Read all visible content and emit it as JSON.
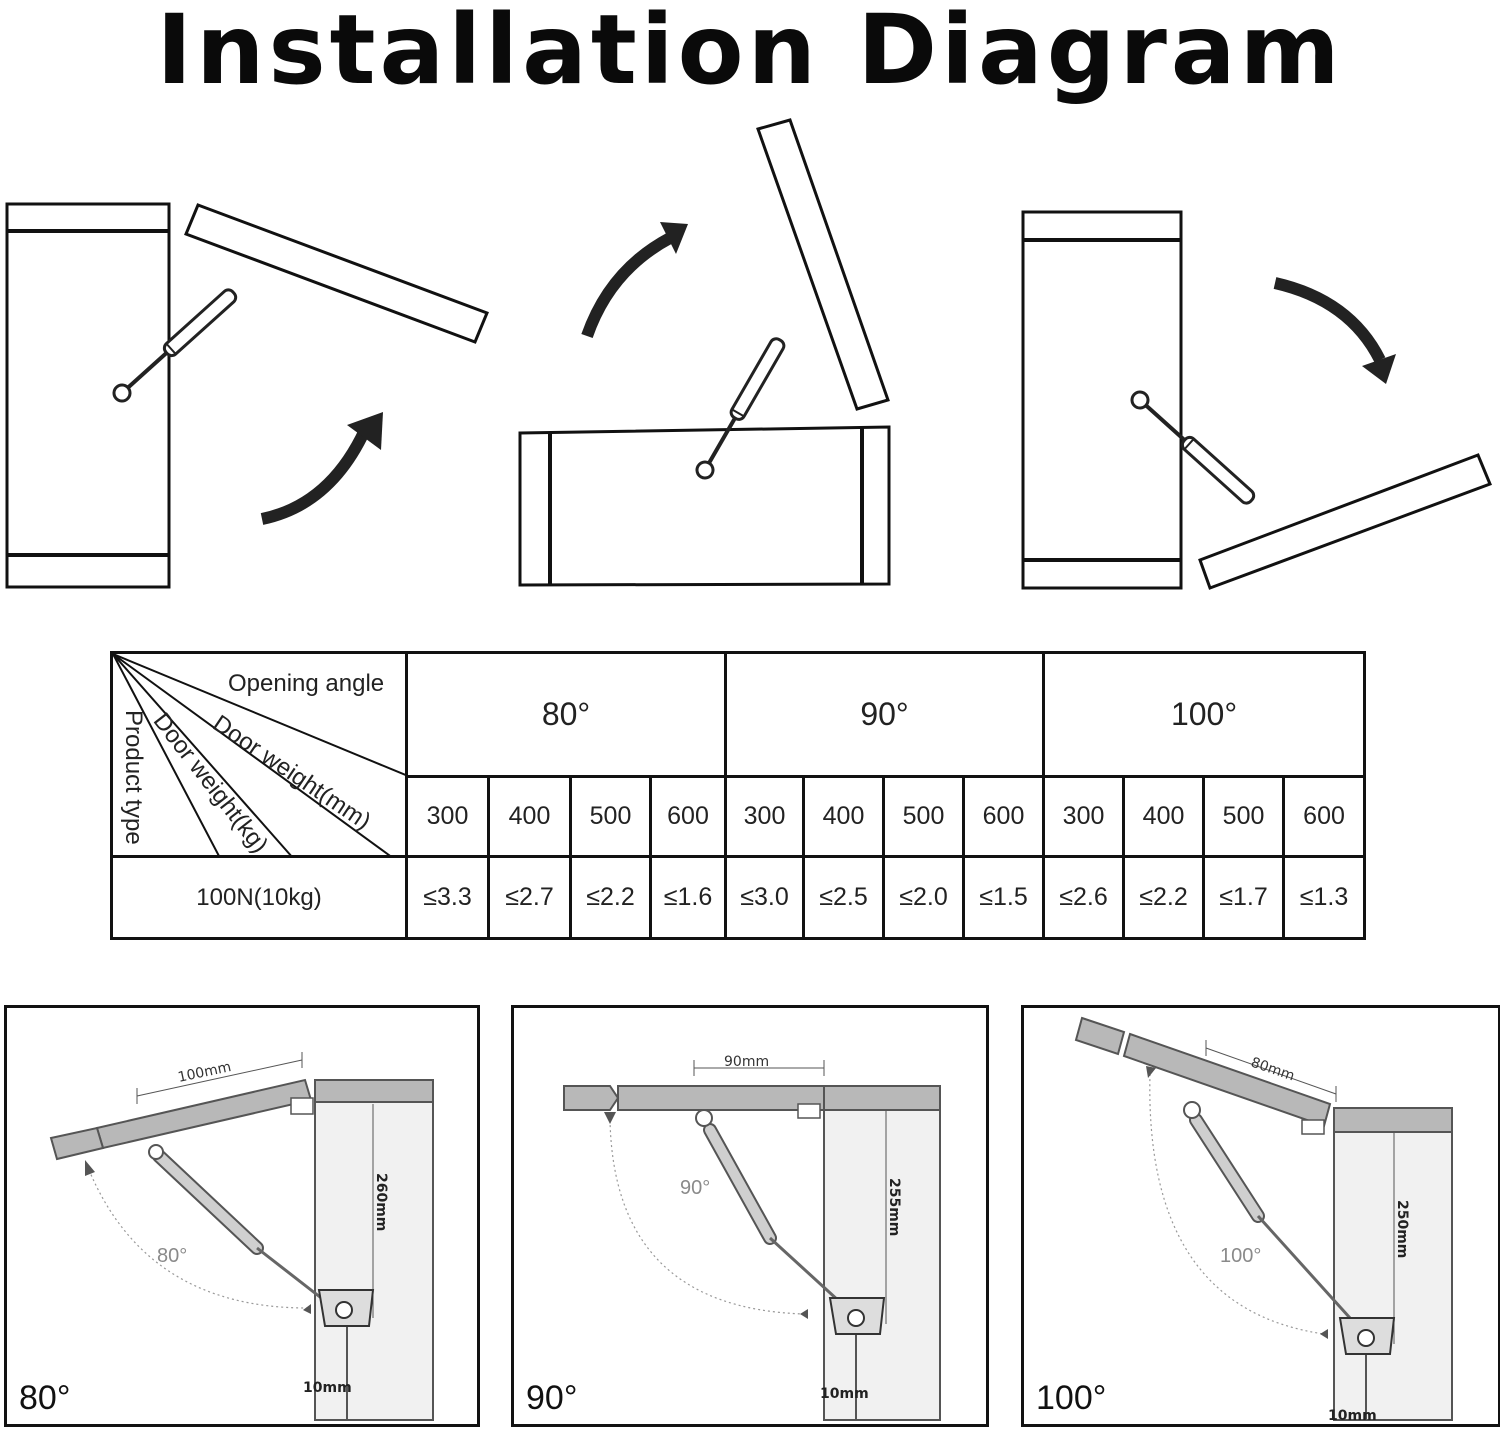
{
  "title": "Installation Diagram",
  "table": {
    "header_labels": {
      "opening_angle": "Opening angle",
      "door_weight_mm": "Door weight(mm)",
      "door_weight_kg": "Door weight(kg)",
      "product_type": "Product type"
    },
    "angles": [
      "80°",
      "90°",
      "100°"
    ],
    "widths": [
      "300",
      "400",
      "500",
      "600",
      "300",
      "400",
      "500",
      "600",
      "300",
      "400",
      "500",
      "600"
    ],
    "product": "100N(10kg)",
    "values": [
      "≤3.3",
      "≤2.7",
      "≤2.2",
      "≤1.6",
      "≤3.0",
      "≤2.5",
      "≤2.0",
      "≤1.5",
      "≤2.6",
      "≤2.2",
      "≤1.7",
      "≤1.3"
    ]
  },
  "panels": [
    {
      "angle": "80°",
      "arc_label": "80°",
      "top_dim": "100mm",
      "side_dim": "260mm",
      "bottom_dim": "10mm"
    },
    {
      "angle": "90°",
      "arc_label": "90°",
      "top_dim": "90mm",
      "side_dim": "255mm",
      "bottom_dim": "10mm"
    },
    {
      "angle": "100°",
      "arc_label": "100°",
      "top_dim": "80mm",
      "side_dim": "250mm",
      "bottom_dim": "10mm"
    }
  ],
  "icons": [
    "curved-arrow-icon",
    "gas-strut-icon",
    "hinge-bracket-icon"
  ]
}
